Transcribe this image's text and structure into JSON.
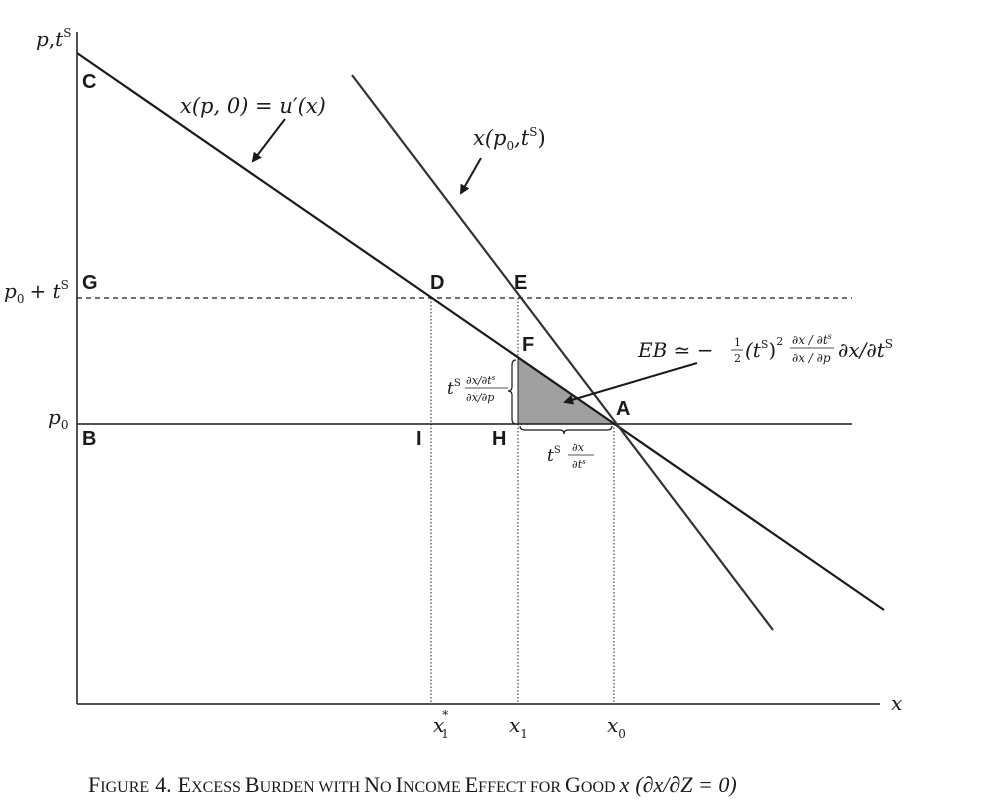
{
  "points": {
    "A": "A",
    "B": "B",
    "C": "C",
    "D": "D",
    "E": "E",
    "F": "F",
    "G": "G",
    "H": "H",
    "I": "I"
  },
  "axes": {
    "y_label_p": "p",
    "y_label_comma": ",",
    "y_label_t": "t",
    "y_label_sup": "S",
    "x_label": "x"
  },
  "price_labels": {
    "p": "p",
    "zero": "0",
    "plus": "+ ",
    "t": "t",
    "sup": "S"
  },
  "x_ticks": {
    "x": "x",
    "star": "*",
    "one": "1",
    "zero": "0"
  },
  "curves": {
    "demand_label": "x(p, 0) = u′(x)",
    "supply_x": "x(p",
    "supply_sub": "0",
    "supply_rest": ",t",
    "supply_sup": "S",
    "supply_close": ")"
  },
  "annotations": {
    "eb_lhs": "EB ≃ −",
    "eb_half_num": "1",
    "eb_half_den": "2",
    "eb_t": "(t",
    "eb_t_sup": "S",
    "eb_close": ")",
    "eb_sq": "2",
    "eb_frac_num": "∂x / ∂t",
    "eb_frac_num_sup": "s",
    "eb_frac_den": "∂x / ∂p",
    "eb_tail": "∂x/∂t",
    "eb_tail_sup": "S",
    "vert_t": "t",
    "vert_sup": "S",
    "vert_num": "∂x/∂t",
    "vert_num_sup": "s",
    "vert_den": "∂x/∂p",
    "horiz_t": "t",
    "horiz_sup": "S",
    "horiz_num": "∂x",
    "horiz_den": "∂t",
    "horiz_den_sup": "s"
  },
  "caption": {
    "prefix_F": "F",
    "prefix_rest": "IGURE",
    " num": "4.",
    "number": "4.",
    "title_words": "E|XCESS |B|URDEN WITH |N|O |I|NCOME |E|FFECT FOR |G|OOD",
    "e1": "E",
    "w1": "XCESS ",
    "e2": "B",
    "w2": "URDEN WITH ",
    "e3": "N",
    "w3": "O ",
    "e4": "I",
    "w4": "NCOME ",
    "e5": "E",
    "w5": "FFECT FOR ",
    "e6": "G",
    "w6": "OOD ",
    "var": "x",
    "cond": "(∂x/∂Z = 0)"
  },
  "colors": {
    "line": "#1a1a1a",
    "triangle_fill": "#a0a0a0",
    "background": "#ffffff"
  }
}
